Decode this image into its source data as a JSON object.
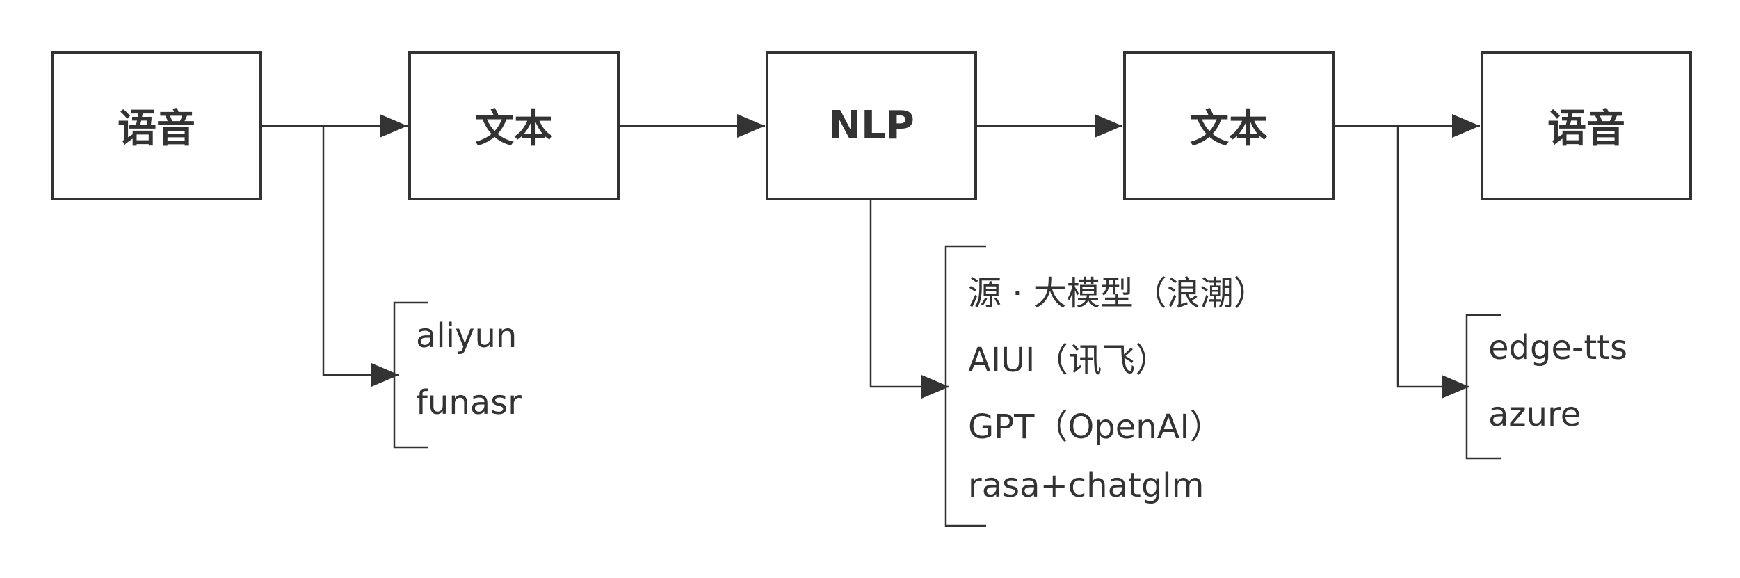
{
  "pipeline": {
    "nodes": [
      {
        "label": "语音"
      },
      {
        "label": "文本"
      },
      {
        "label": "NLP"
      },
      {
        "label": "文本"
      },
      {
        "label": "语音"
      }
    ]
  },
  "asr_options": [
    "aliyun",
    "funasr"
  ],
  "nlp_options": [
    "源 · 大模型（浪潮）",
    "AIUI（讯飞）",
    "GPT（OpenAI）",
    "rasa+chatglm"
  ],
  "tts_options": [
    "edge-tts",
    "azure"
  ],
  "colors": {
    "stroke": "#333333",
    "text": "#333333",
    "background": "#ffffff"
  }
}
